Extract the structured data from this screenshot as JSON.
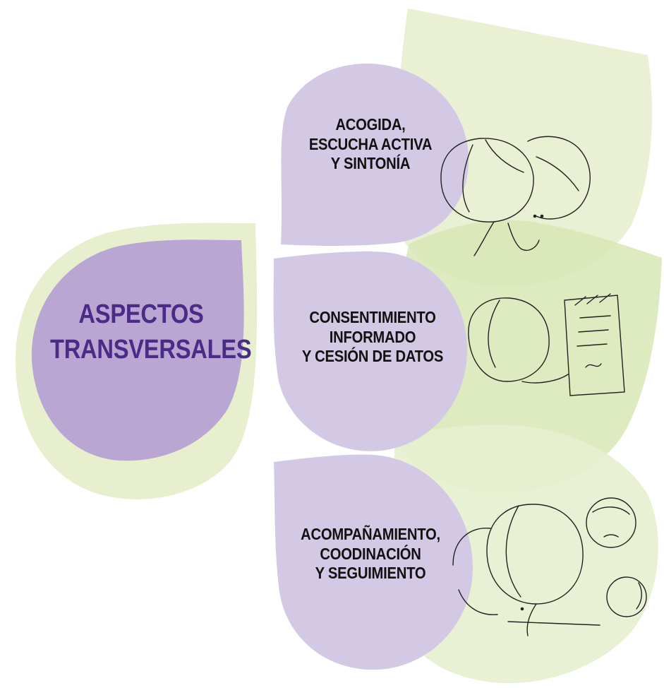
{
  "central": {
    "lines": [
      "ASPECTOS",
      "TRANSVERSALES"
    ]
  },
  "items": [
    {
      "lines": [
        "ACOGIDA,",
        "ESCUCHA ACTIVA",
        "Y SINTONÍA"
      ]
    },
    {
      "lines": [
        "CONSENTIMIENTO",
        "INFORMADO",
        "Y CESIÓN DE DATOS"
      ]
    },
    {
      "lines": [
        "ACOMPAÑAMIENTO,",
        "COODINACIÓN",
        "Y SEGUIMIENTO"
      ]
    }
  ],
  "colors": {
    "green_light": "#e7efcf",
    "green_overlap": "#d6e4b0",
    "lavender": "#d3c9e4",
    "purple": "#b9a6d3",
    "title_text": "#4a2b86",
    "item_text": "#111111"
  },
  "illustrations": [
    "two-people-talking-illustration",
    "person-with-document-illustration",
    "group-meeting-illustration"
  ]
}
